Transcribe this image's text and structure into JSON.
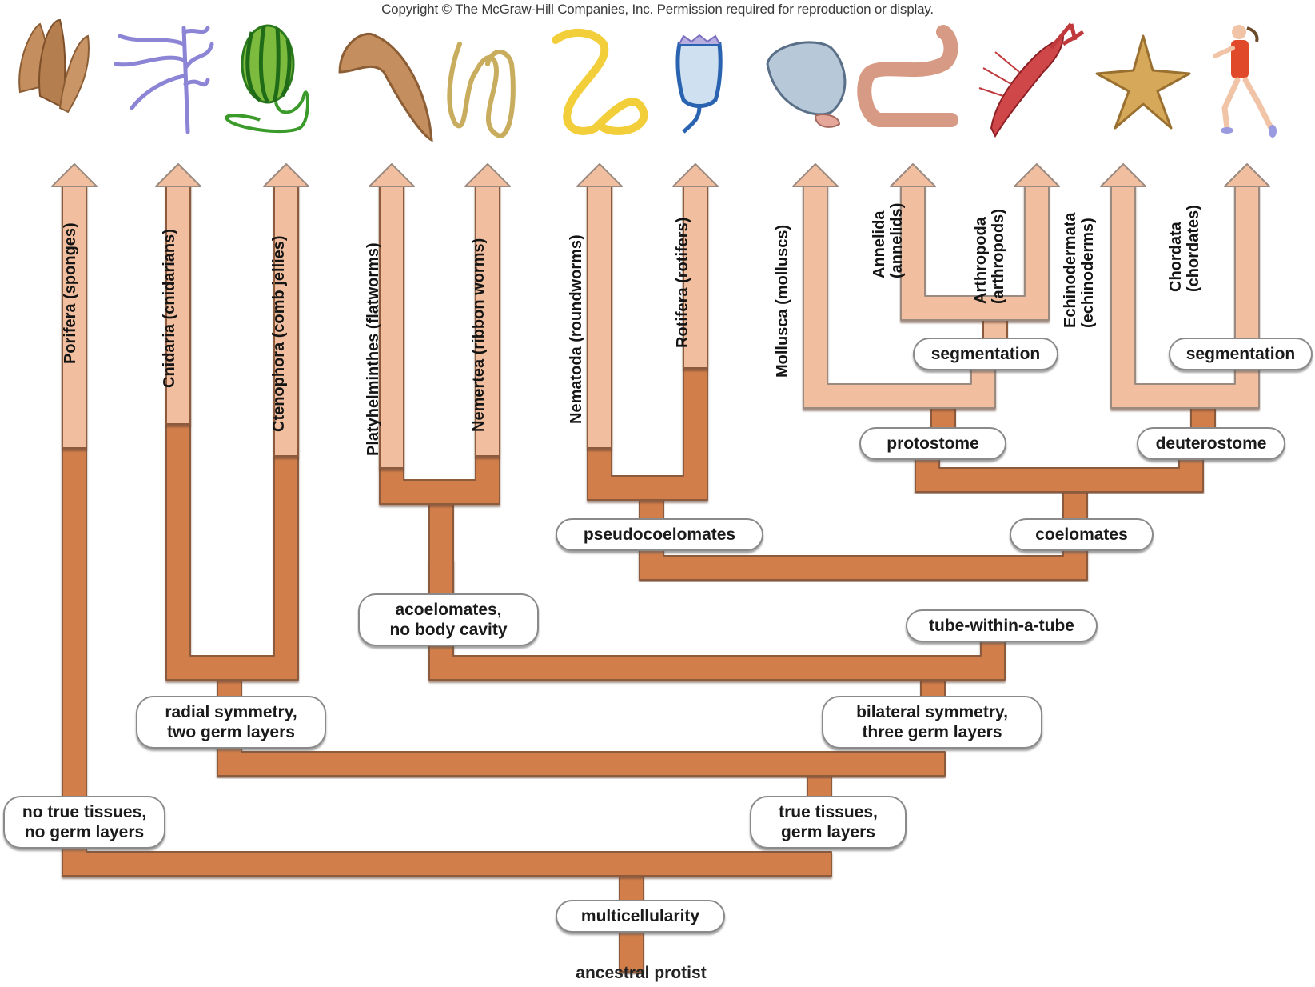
{
  "copyright": "Copyright © The McGraw-Hill Companies, Inc. Permission required for reproduction or display.",
  "colors": {
    "trunk": "#d17e4c",
    "trunk_edge": "#8c5a3c",
    "branch_light": "#f1bfa0",
    "branch_edge": "#9a8a80",
    "node_bg": "#ffffff",
    "node_border": "#8a8a8a",
    "text": "#1a1a1a"
  },
  "root": "ancestral protist",
  "phyla": [
    {
      "id": "porifera",
      "label": "Porifera (sponges)",
      "icon": "sponge-icon"
    },
    {
      "id": "cnidaria",
      "label": "Cnidaria (cnidarians)",
      "icon": "hydra-icon"
    },
    {
      "id": "ctenophora",
      "label": "Ctenophora (comb jellies)",
      "icon": "comb-jelly-icon"
    },
    {
      "id": "platyhelminthes",
      "label": "Platyhelminthes (flatworms)",
      "icon": "flatworm-icon"
    },
    {
      "id": "nemertea",
      "label": "Nemertea (ribbon worms)",
      "icon": "ribbon-worm-icon"
    },
    {
      "id": "nematoda",
      "label": "Nematoda (roundworms)",
      "icon": "roundworm-icon"
    },
    {
      "id": "rotifera",
      "label": "Rotifera (rotifers)",
      "icon": "rotifer-icon"
    },
    {
      "id": "mollusca",
      "label": "Mollusca (molluscs)",
      "icon": "clam-icon"
    },
    {
      "id": "annelida",
      "label": "Annelida\n(annelids)",
      "icon": "earthworm-icon"
    },
    {
      "id": "arthropoda",
      "label": "Arthropoda\n(arthropods)",
      "icon": "lobster-icon"
    },
    {
      "id": "echinodermata",
      "label": "Echinodermata\n(echinoderms)",
      "icon": "starfish-icon"
    },
    {
      "id": "chordata",
      "label": "Chordata\n(chordates)",
      "icon": "human-runner-icon"
    }
  ],
  "traits": {
    "multicellularity": "multicellularity",
    "no_true_tissues": "no true tissues,\nno germ layers",
    "true_tissues": "true tissues,\ngerm layers",
    "radial_symmetry": "radial symmetry,\ntwo germ layers",
    "bilateral_symmetry": "bilateral symmetry,\nthree germ layers",
    "acoelomates": "acoelomates,\nno body cavity",
    "tube_within_tube": "tube-within-a-tube",
    "pseudocoelomates": "pseudocoelomates",
    "coelomates": "coelomates",
    "protostome": "protostome",
    "deuterostome": "deuterostome",
    "segmentation_protostome": "segmentation",
    "segmentation_deuterostome": "segmentation"
  }
}
